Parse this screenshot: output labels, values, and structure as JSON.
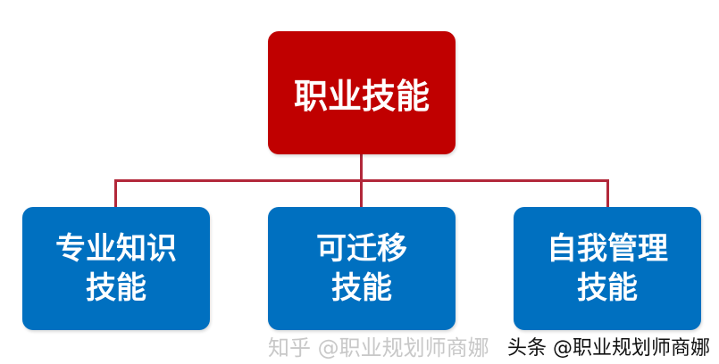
{
  "root": {
    "label": "职业技能"
  },
  "children": [
    {
      "line1": "专业知识",
      "line2": "技能"
    },
    {
      "line1": "可迁移",
      "line2": "技能"
    },
    {
      "line1": "自我管理",
      "line2": "技能"
    }
  ],
  "watermarks": {
    "zhihu": "知乎 @职业规划师商娜",
    "toutiao": "头条 @职业规划师商娜"
  },
  "colors": {
    "root": "#c00000",
    "child": "#0070c0",
    "connector": "#b2283a"
  }
}
